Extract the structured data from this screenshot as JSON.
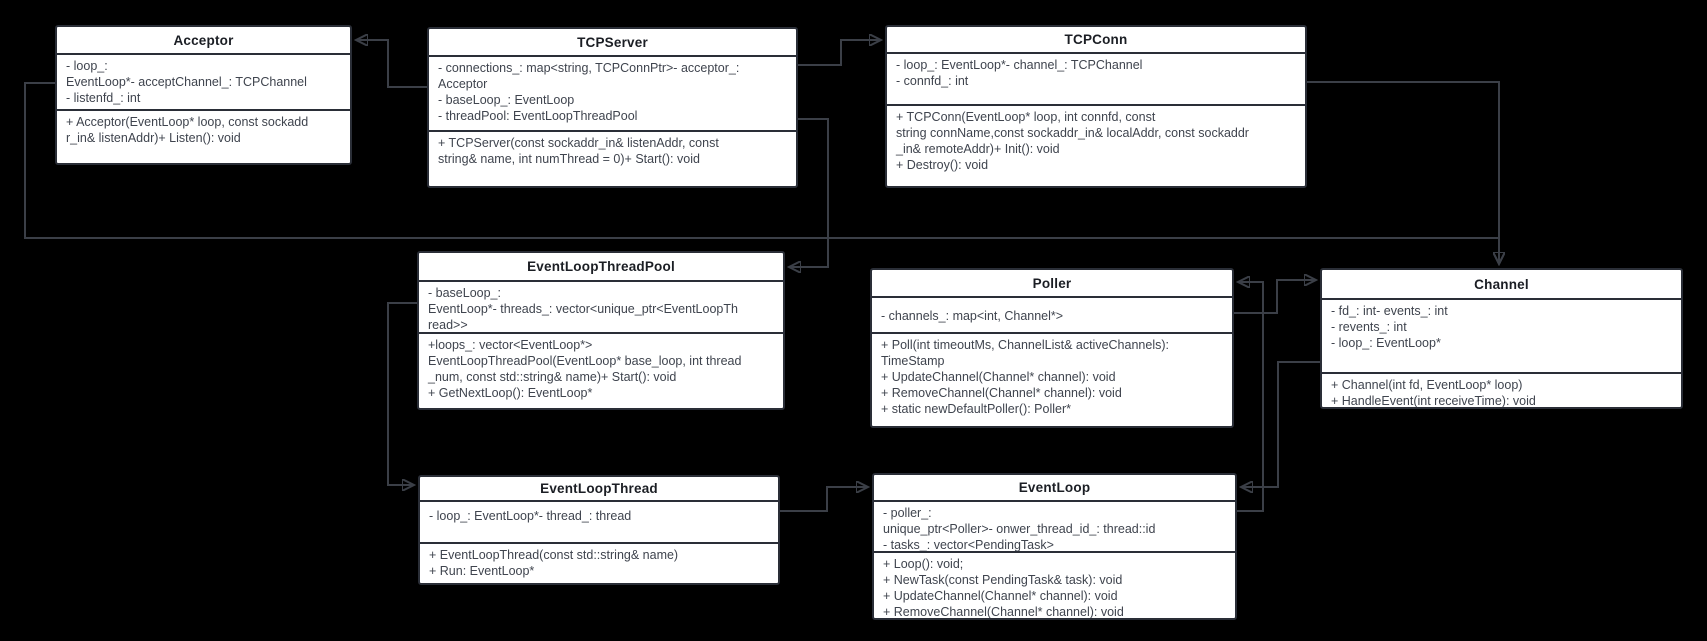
{
  "diagram": {
    "background_color": "#000000",
    "box_fill_color": "#ffffff",
    "border_color": "#2a2e37",
    "connector_color": "#3b3f47",
    "title_text_color": "#1b1e24",
    "body_text_color": "#3f444e",
    "classes": [
      {
        "name": "Acceptor",
        "attributes": [
          "- loop_:",
          "EventLoop*- acceptChannel_: TCPChannel",
          "- listenfd_: int"
        ],
        "methods": [
          "+ Acceptor(EventLoop* loop, const sockadd",
          "r_in& listenAddr)+ Listen(): void"
        ]
      },
      {
        "name": "TCPServer",
        "attributes": [
          "- connections_: map<string, TCPConnPtr>- acceptor_:",
          "Acceptor",
          "- baseLoop_: EventLoop",
          "- threadPool: EventLoopThreadPool"
        ],
        "methods": [
          "+ TCPServer(const sockaddr_in& listenAddr, const",
          "string& name, int numThread = 0)+ Start(): void"
        ]
      },
      {
        "name": "TCPConn",
        "attributes": [
          "- loop_: EventLoop*- channel_: TCPChannel",
          "- connfd_: int"
        ],
        "methods": [
          "+ TCPConn(EventLoop* loop, int connfd, const",
          "string connName,const sockaddr_in& localAddr, const sockaddr",
          "_in& remoteAddr)+ Init(): void",
          "+ Destroy(): void"
        ]
      },
      {
        "name": "EventLoopThreadPool",
        "attributes": [
          "- baseLoop_:",
          "EventLoop*- threads_: vector<unique_ptr<EventLoopTh",
          "read>>"
        ],
        "methods": [
          "+loops_: vector<EventLoop*>",
          "EventLoopThreadPool(EventLoop* base_loop, int thread",
          "_num, const std::string& name)+ Start(): void",
          "+ GetNextLoop(): EventLoop*"
        ]
      },
      {
        "name": "Poller",
        "attributes": [
          "- channels_: map<int, Channel*>"
        ],
        "methods": [
          "+ Poll(int timeoutMs, ChannelList& activeChannels):",
          "TimeStamp",
          "+ UpdateChannel(Channel* channel): void",
          "+ RemoveChannel(Channel* channel): void",
          "+ static newDefaultPoller(): Poller*"
        ]
      },
      {
        "name": "Channel",
        "attributes": [
          "- fd_: int- events_: int",
          "- revents_: int",
          "- loop_: EventLoop*"
        ],
        "methods": [
          "+ Channel(int fd, EventLoop* loop)",
          "+ HandleEvent(int receiveTime): void"
        ]
      },
      {
        "name": "EventLoopThread",
        "attributes": [
          "- loop_: EventLoop*- thread_: thread"
        ],
        "methods": [
          "+ EventLoopThread(const std::string& name)",
          "+ Run: EventLoop*"
        ]
      },
      {
        "name": "EventLoop",
        "attributes": [
          "- poller_:",
          "unique_ptr<Poller>- onwer_thread_id_: thread::id",
          "- tasks_: vector<PendingTask>"
        ],
        "methods": [
          "+ Loop(): void;",
          "+ NewTask(const PendingTask& task): void",
          "+ UpdateChannel(Channel* channel): void",
          "+ RemoveChannel(Channel* channel): void"
        ]
      }
    ],
    "relationships": [
      {
        "from": "TCPServer",
        "to": "Acceptor"
      },
      {
        "from": "TCPServer",
        "to": "TCPConn"
      },
      {
        "from": "TCPServer",
        "to": "EventLoopThreadPool"
      },
      {
        "from": "TCPConn",
        "to": "Channel"
      },
      {
        "from": "Acceptor",
        "to": "Channel"
      },
      {
        "from": "EventLoopThreadPool",
        "to": "EventLoopThread"
      },
      {
        "from": "EventLoopThread",
        "to": "EventLoop"
      },
      {
        "from": "EventLoop",
        "to": "Poller"
      },
      {
        "from": "Poller",
        "to": "Channel"
      },
      {
        "from": "Channel",
        "to": "EventLoop"
      }
    ]
  }
}
